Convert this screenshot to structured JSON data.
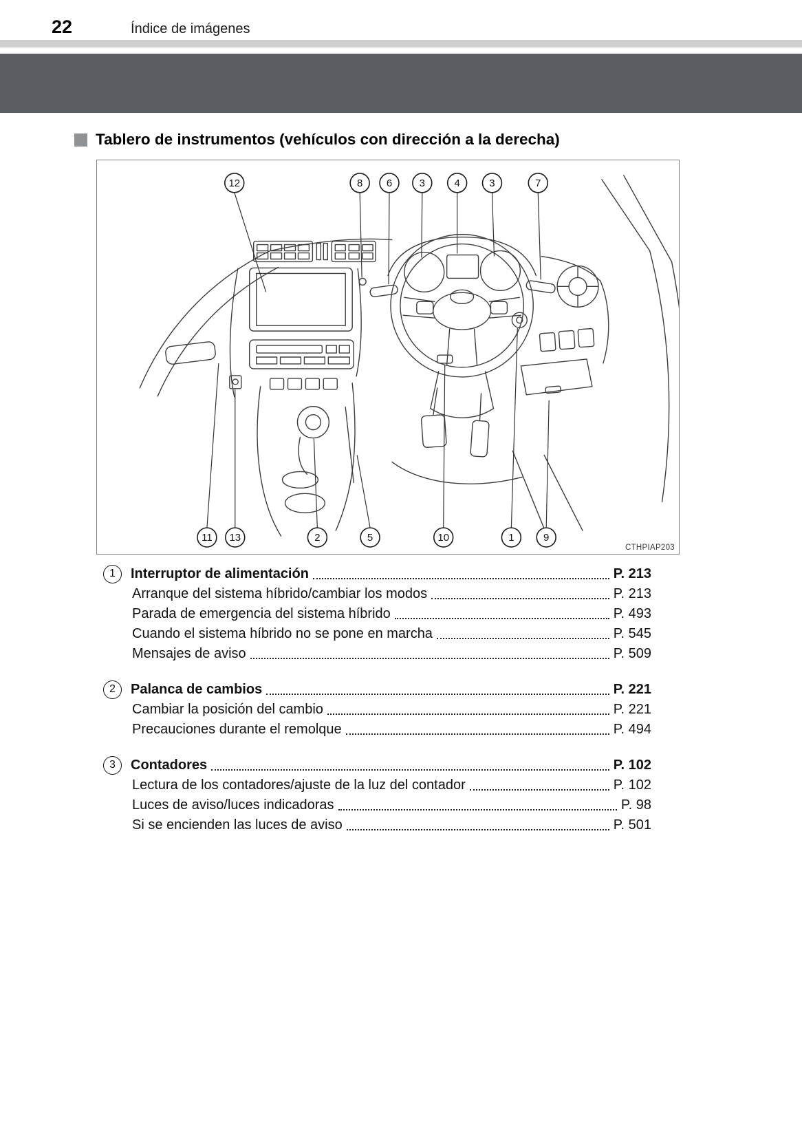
{
  "header": {
    "page_number": "22",
    "section_title": "Índice de imágenes"
  },
  "content": {
    "heading": "Tablero de instrumentos (vehículos con dirección a la derecha)"
  },
  "diagram": {
    "figure_code": "CTHPIAP203",
    "callouts": [
      "12",
      "8",
      "6",
      "3",
      "4",
      "3",
      "7",
      "11",
      "13",
      "2",
      "5",
      "10",
      "1",
      "9"
    ]
  },
  "index": {
    "items": [
      {
        "number": "1",
        "title": "Interruptor de alimentación",
        "page": "P. 213",
        "sub": [
          {
            "label": "Arranque del sistema híbrido/cambiar los modos",
            "page": "P. 213"
          },
          {
            "label": "Parada de emergencia del sistema híbrido",
            "page": "P. 493"
          },
          {
            "label": "Cuando el sistema híbrido no se pone en marcha",
            "page": "P. 545"
          },
          {
            "label": "Mensajes de aviso",
            "page": "P. 509"
          }
        ]
      },
      {
        "number": "2",
        "title": "Palanca de cambios",
        "page": "P. 221",
        "sub": [
          {
            "label": "Cambiar la posición del cambio",
            "page": "P. 221"
          },
          {
            "label": "Precauciones durante el remolque",
            "page": "P. 494"
          }
        ]
      },
      {
        "number": "3",
        "title": "Contadores",
        "page": "P. 102",
        "sub": [
          {
            "label": "Lectura de los contadores/ajuste de la luz del contador",
            "page": "P. 102"
          },
          {
            "label": "Luces de aviso/luces indicadoras",
            "page": "P. 98"
          },
          {
            "label": "Si se encienden las luces de aviso",
            "page": "P. 501"
          }
        ]
      }
    ]
  }
}
